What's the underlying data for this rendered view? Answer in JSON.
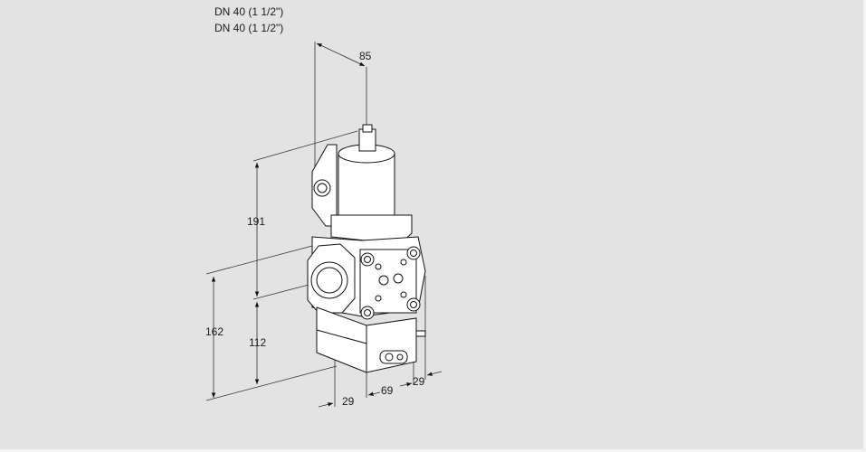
{
  "header": {
    "lines": [
      "DN 40 (1 1/2\")",
      "DN 40 (1 1/2\")"
    ]
  },
  "drawing": {
    "subject": "solenoid gas valve with pressure switch",
    "background_color": "#e3e3e3",
    "line_color": "#1a1a1a",
    "dimensions": {
      "depth_top": "85",
      "height_upper": "191",
      "height_total_left": "162",
      "height_lower": "112",
      "offset_bottom_left": "29",
      "width_bottom": "69",
      "offset_bottom_right": "29"
    }
  }
}
